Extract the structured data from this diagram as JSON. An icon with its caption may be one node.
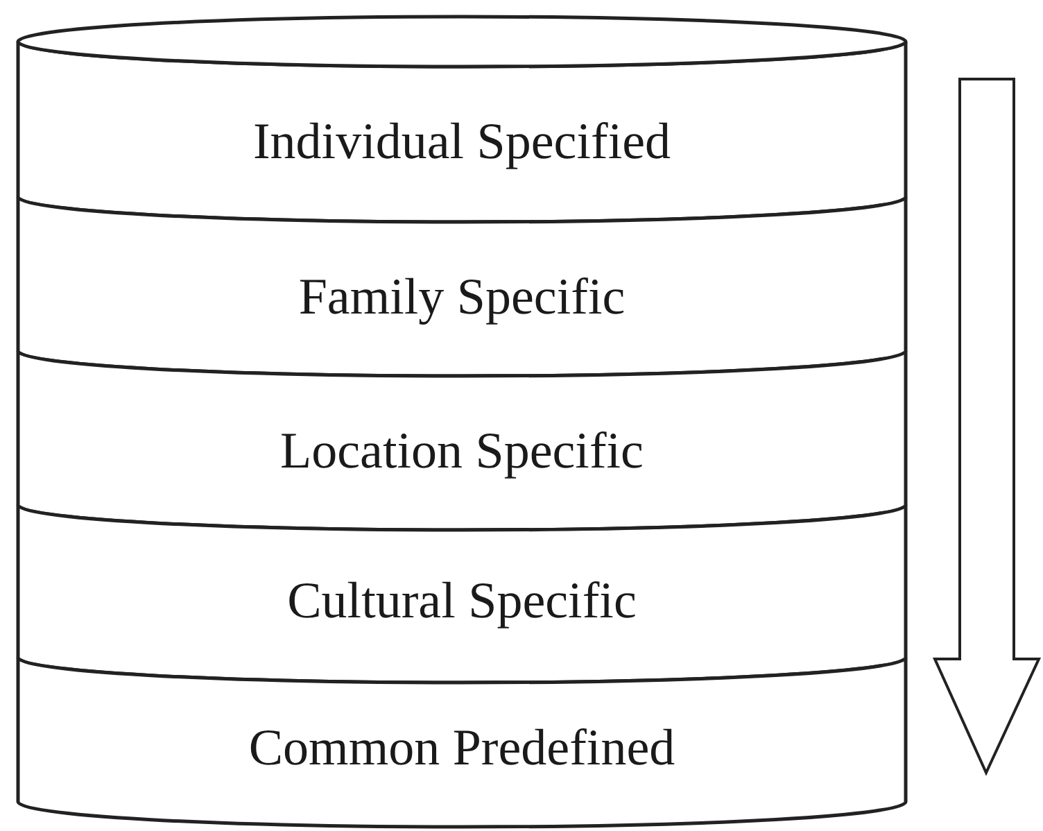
{
  "diagram": {
    "nodes": [
      {
        "text": [
          "Individual Specified"
        ]
      },
      {
        "text": [
          "Family Specific"
        ]
      },
      {
        "text": [
          "Location Specific"
        ]
      },
      {
        "text": [
          "Cultural Specific"
        ]
      },
      {
        "text": [
          "Common Predefined"
        ]
      }
    ]
  }
}
